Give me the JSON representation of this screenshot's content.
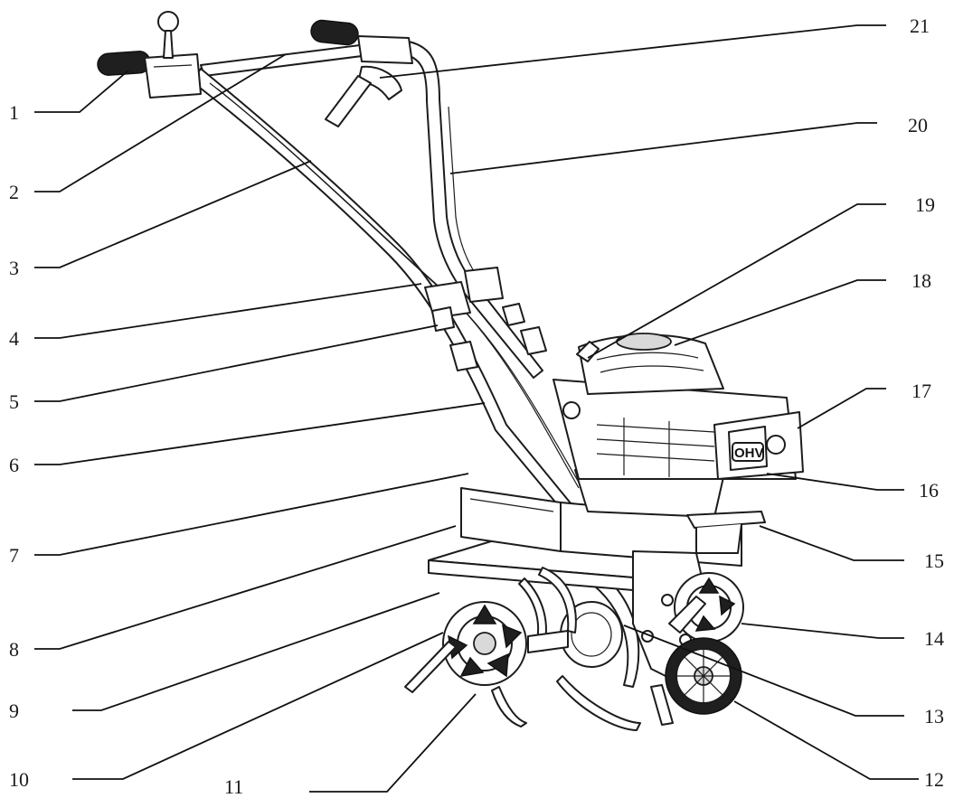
{
  "diagram": {
    "engine_badge": "OHV",
    "callouts": [
      {
        "id": "1",
        "side": "left"
      },
      {
        "id": "2",
        "side": "left"
      },
      {
        "id": "3",
        "side": "left"
      },
      {
        "id": "4",
        "side": "left"
      },
      {
        "id": "5",
        "side": "left"
      },
      {
        "id": "6",
        "side": "left"
      },
      {
        "id": "7",
        "side": "left"
      },
      {
        "id": "8",
        "side": "left"
      },
      {
        "id": "9",
        "side": "left"
      },
      {
        "id": "10",
        "side": "left"
      },
      {
        "id": "11",
        "side": "bottom"
      },
      {
        "id": "12",
        "side": "right"
      },
      {
        "id": "13",
        "side": "right"
      },
      {
        "id": "14",
        "side": "right"
      },
      {
        "id": "15",
        "side": "right"
      },
      {
        "id": "16",
        "side": "right"
      },
      {
        "id": "17",
        "side": "right"
      },
      {
        "id": "18",
        "side": "right"
      },
      {
        "id": "19",
        "side": "right"
      },
      {
        "id": "20",
        "side": "right"
      },
      {
        "id": "21",
        "side": "right"
      }
    ]
  }
}
